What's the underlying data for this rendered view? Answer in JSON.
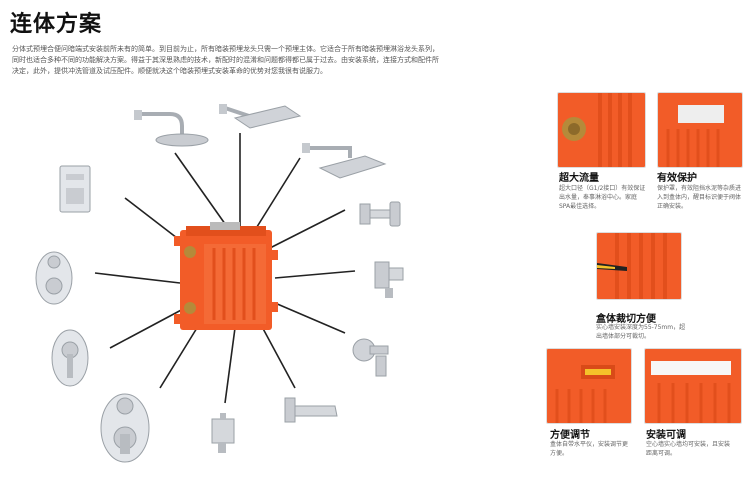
{
  "page": {
    "title": "连体方案",
    "intro": "分体式预埋合便问暗端式安装前所未有的简单。到目前为止，所有暗装预埋龙头只需一个预埋主体。它适合于所有暗装预埋淋浴龙头系列，同时也适合多种不同的功能解决方案。得益于其深思熟虑的技术，新配时的混淆和问题都得都已属于过去。由安装系统，连接方式和配件所决定，此外，提供冲洗管道及试压配件。顺便就决这个暗装预埋式安装革命的优势对您我很有说服力。"
  },
  "colors": {
    "accent": "#f25c28",
    "accent_dark": "#d94a18",
    "chrome": "#c9ccd1",
    "line": "#222222"
  },
  "diagram": {
    "center_item": "orange-box-icon",
    "items": [
      "overhead-shower-round-icon",
      "overhead-shower-square-icon",
      "overhead-shower-square-arm-icon",
      "shower-holder-icon",
      "wall-elbow-icon",
      "hand-shower-holder-icon",
      "spout-icon",
      "wall-outlet-icon",
      "diverter-valve-round-icon",
      "mixer-round-icon",
      "mixer-round-large-icon",
      "diverter-square-icon"
    ]
  },
  "features": [
    {
      "title": "超大流量",
      "desc": "超大口径（G1/2接口）有效保证出水量，奉事淋浴中心。家庭SPA最佳选择。"
    },
    {
      "title": "有效保护",
      "desc": "保护罩，有效阻挡水泥等杂质进入到盒体内，醒目标识便于阀体正确安装。"
    },
    {
      "title": "盒体裁切方便",
      "desc": "实心墙安装深度为55-75mm，超出墙体部分可裁切。"
    },
    {
      "title": "方便调节",
      "desc": "盒体自带水平仪，安装调节更方便。"
    },
    {
      "title": "安装可调",
      "desc": "空心墙实心墙均可安装，且安装距离可调。"
    }
  ]
}
